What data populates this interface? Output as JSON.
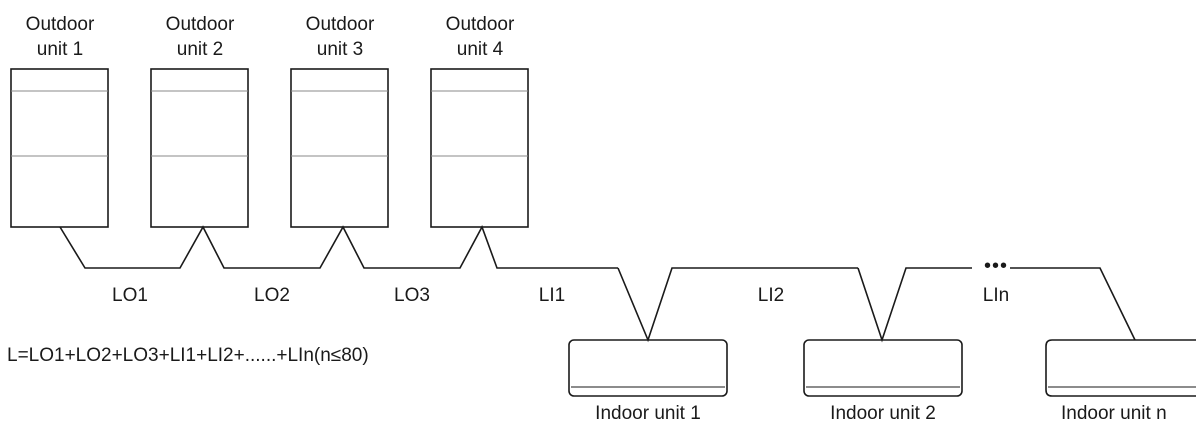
{
  "colors": {
    "line": "#1a1a1a",
    "text": "#1a1a1a",
    "divider": "#8a8a8a",
    "background": "#ffffff"
  },
  "outdoor_units": [
    {
      "line1": "Outdoor",
      "line2": "unit 1"
    },
    {
      "line1": "Outdoor",
      "line2": "unit 2"
    },
    {
      "line1": "Outdoor",
      "line2": "unit 3"
    },
    {
      "line1": "Outdoor",
      "line2": "unit 4"
    }
  ],
  "indoor_units": [
    {
      "label": "Indoor unit 1"
    },
    {
      "label": "Indoor unit 2"
    },
    {
      "label": "Indoor unit n"
    }
  ],
  "pipe_labels": {
    "lo1": "LO1",
    "lo2": "LO2",
    "lo3": "LO3",
    "li1": "LI1",
    "li2": "LI2",
    "lin": "LIn"
  },
  "formula": "L=LO1+LO2+LO3+LI1+LI2+......+LIn(n≤80)",
  "ellipsis": "•••"
}
